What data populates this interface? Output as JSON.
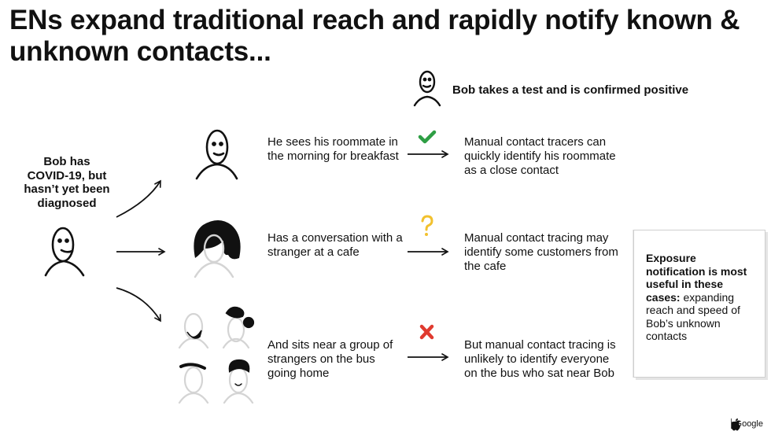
{
  "title": "ENs expand traditional reach and rapidly notify known & unknown contacts...",
  "bob_label": "Bob has COVID-19, but hasn’t yet been diagnosed",
  "test_label": "Bob takes a test and is confirmed positive",
  "rows": [
    {
      "event": "He sees his roommate in the morning for breakfast",
      "status_icon": "check-icon",
      "status_color": "#2e9e44",
      "outcome": "Manual contact tracers can quickly identify his roommate as a close contact"
    },
    {
      "event": "Has a conversation with a stranger at a cafe",
      "status_icon": "question-icon",
      "status_color": "#f2c12e",
      "outcome": "Manual contact tracing may identify some customers from the cafe"
    },
    {
      "event": "And sits near a group of strangers on the bus going home",
      "status_icon": "x-icon",
      "status_color": "#e03a2f",
      "outcome": "But manual contact tracing is unlikely to identify everyone on the bus who sat near Bob"
    }
  ],
  "callout": {
    "bold": "Exposure notification is most useful in these cases:",
    "rest": " expanding reach and speed of Bob’s unknown contacts"
  },
  "footer": {
    "apple_glyph": "",
    "google": "Google"
  }
}
